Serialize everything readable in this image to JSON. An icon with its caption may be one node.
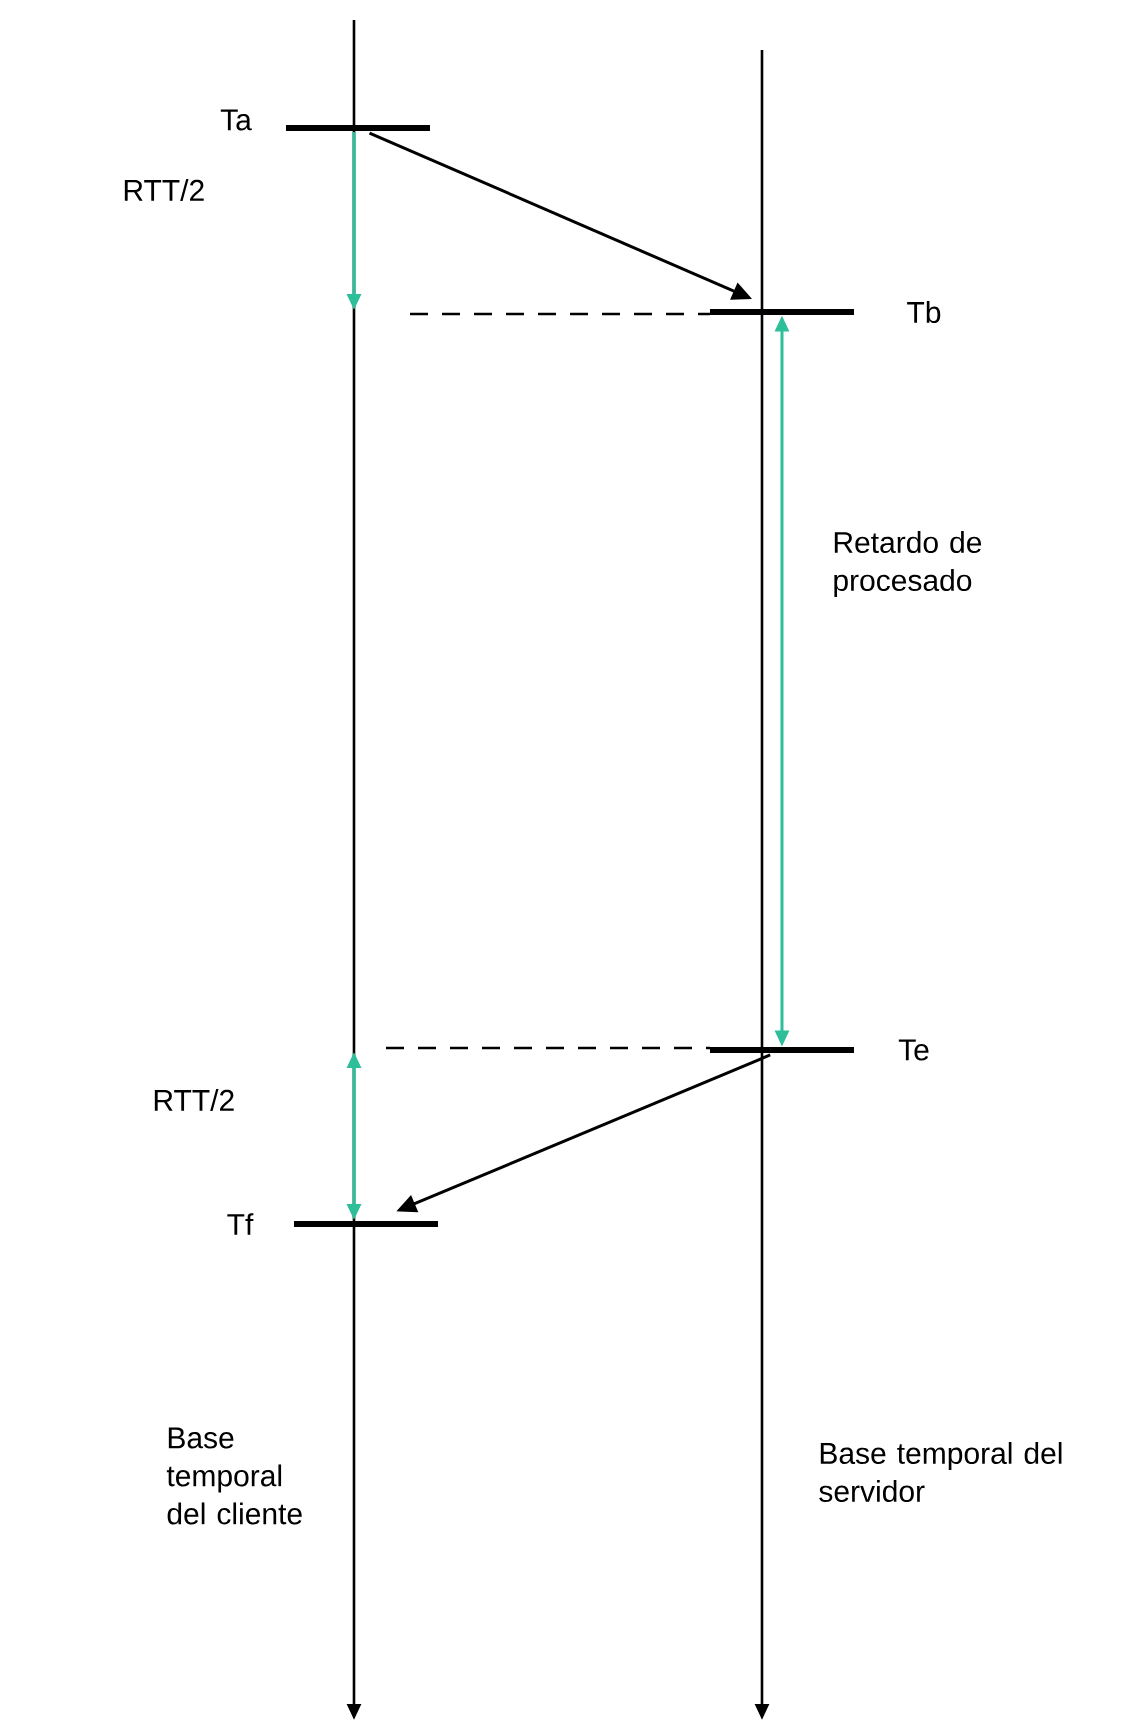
{
  "diagram": {
    "nodes": [
      {
        "text": [],
        "shape": "bar",
        "beside": [
          "Ta"
        ]
      },
      {
        "text": [],
        "shape": "bar",
        "beside": [
          "Tb"
        ]
      },
      {
        "text": [],
        "shape": "bar",
        "beside": [
          "Te"
        ]
      },
      {
        "text": [],
        "shape": "bar",
        "beside": [
          "Tf"
        ]
      }
    ],
    "edges": [
      {
        "from": 0,
        "to": 1,
        "arrow": "to"
      },
      {
        "from": 2,
        "to": 3,
        "arrow": "to"
      },
      {
        "from": 1,
        "to": 2,
        "arrow": "both",
        "color": "#2dbf9a"
      }
    ],
    "labels": [
      "RTT/2",
      "Retardo de procesado",
      "RTT/2",
      "Base temporal del cliente",
      "Base temporal del servidor"
    ]
  }
}
